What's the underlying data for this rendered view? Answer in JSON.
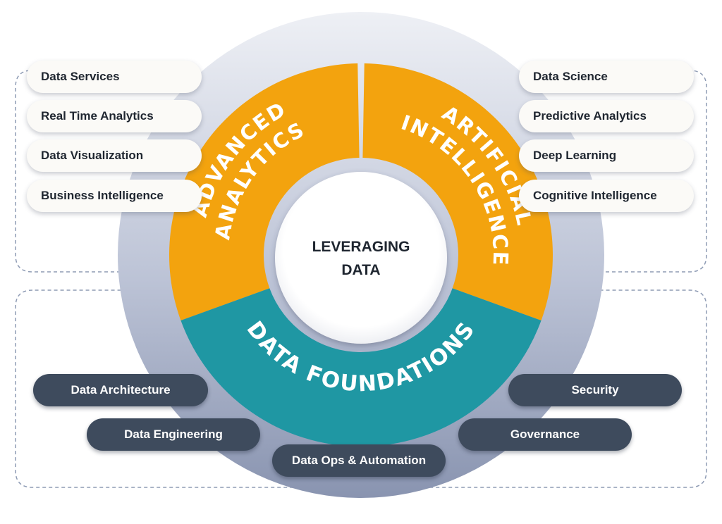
{
  "center": {
    "line1": "LEVERAGING",
    "line2": "DATA"
  },
  "segments": {
    "advanced_analytics": {
      "line1": "ADVANCED",
      "line2": "ANALYTICS",
      "color": "#f3a30e"
    },
    "artificial_intelligence": {
      "line1": "ARTIFICIAL",
      "line2": "INTELLIGENCE",
      "color": "#f3a30e"
    },
    "data_foundations": {
      "line1": "DATA FOUNDATIONS",
      "color": "#1f97a3"
    }
  },
  "left_items": [
    "Data Services",
    "Real Time Analytics",
    "Data Visualization",
    "Business Intelligence"
  ],
  "right_items": [
    "Data Science",
    "Predictive Analytics",
    "Deep Learning",
    "Cognitive Intelligence"
  ],
  "foundation_items": [
    "Data Architecture",
    "Data Engineering",
    "Data Ops & Automation",
    "Security",
    "Governance"
  ],
  "colors": {
    "outer_disc_top": "#eef0f5",
    "outer_disc_bottom": "#8994b0",
    "light_pill": "#fbfaf7",
    "dark_pill": "#3e4b5d",
    "dashed_border": "#8e9bb4"
  }
}
